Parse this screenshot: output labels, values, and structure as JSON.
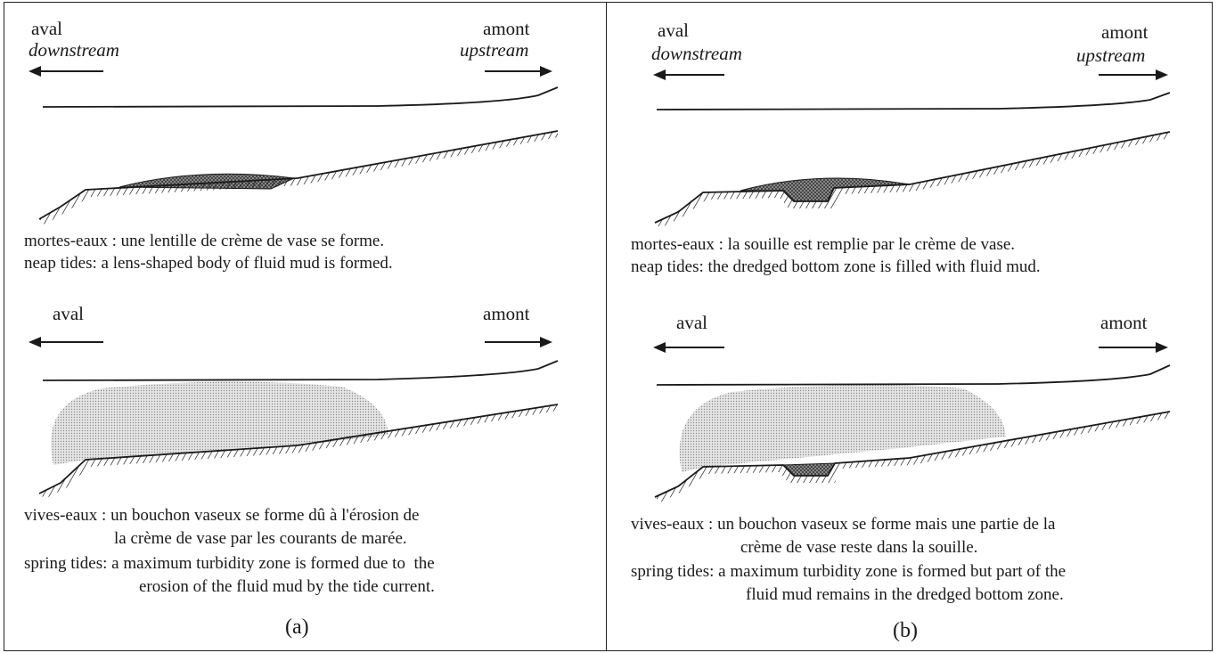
{
  "panels": [
    {
      "id": "a",
      "top": {
        "downstream_fr": "aval",
        "downstream_en": "downstream",
        "upstream_fr": "amont",
        "upstream_en": "upstream",
        "caption_fr": "mortes-eaux : une lentille de crème de vase se forme.",
        "caption_en": "neap tides: a lens-shaped body of fluid mud is formed."
      },
      "bottom": {
        "downstream_fr": "aval",
        "upstream_fr": "amont",
        "caption_fr_1": "vives-eaux : un bouchon vaseux se forme dû à l'érosion de",
        "caption_fr_2": "la crème de vase par les courants de marée.",
        "caption_en_1": "spring tides: a maximum turbidity zone is formed due to  the",
        "caption_en_2": "erosion of the fluid mud by the tide current."
      },
      "label": "(a)"
    },
    {
      "id": "b",
      "top": {
        "downstream_fr": "aval",
        "downstream_en": "downstream",
        "upstream_fr": "amont",
        "upstream_en": "upstream",
        "caption_fr": "mortes-eaux : la souille est remplie par le crème de vase.",
        "caption_en": "neap tides: the dredged bottom zone is filled with fluid mud."
      },
      "bottom": {
        "downstream_fr": "aval",
        "upstream_fr": "amont",
        "caption_fr_1": "vives-eaux : un bouchon vaseux se forme mais une partie de la",
        "caption_fr_2": "crème de vase reste dans la souille.",
        "caption_en_1": "spring tides: a maximum turbidity zone is formed but part of the",
        "caption_en_2": "fluid mud remains in the dredged bottom zone."
      },
      "label": "(b)"
    }
  ],
  "colors": {
    "ink": "#1a1a1a",
    "turbidity_fill": "#cfcfcf",
    "fluid_mud_fill": "#8a8a8a"
  }
}
